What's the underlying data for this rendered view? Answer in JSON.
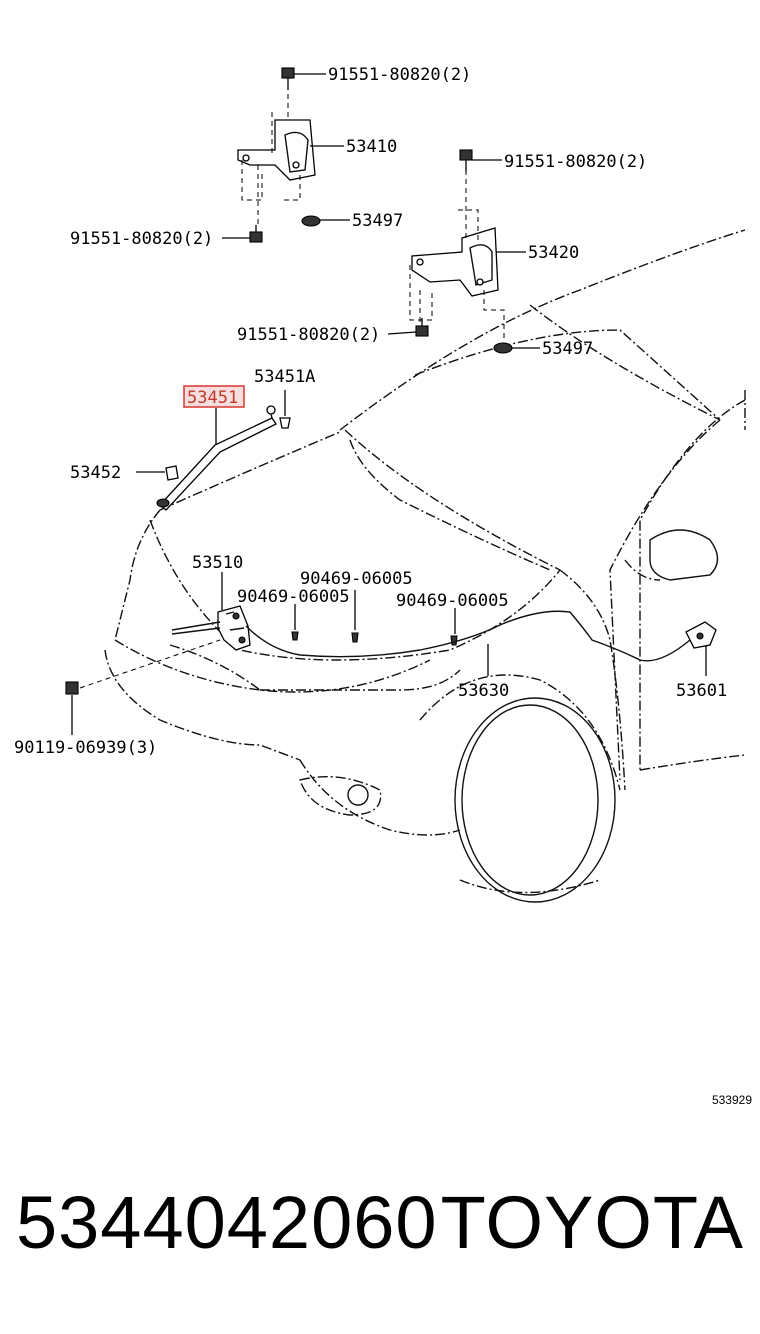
{
  "callouts": {
    "bolt_top_hinge_l": "91551-80820(2)",
    "hinge_l": "53410",
    "washer_l": "53497",
    "bolt_side_hinge_l": "91551-80820(2)",
    "bolt_top_hinge_r": "91551-80820(2)",
    "hinge_r": "53420",
    "bolt_side_hinge_r": "91551-80820(2)",
    "washer_r": "53497",
    "support_rod": "53451",
    "rod_clip": "53451A",
    "rod_holder": "53452",
    "latch": "53510",
    "clip_a": "90469-06005",
    "clip_b": "90469-06005",
    "clip_c": "90469-06005",
    "bolt_latch": "90119-06939(3)",
    "release_cable": "53630",
    "release_lever": "53601"
  },
  "figure_code": "533929",
  "part_number": "5344042060",
  "brand": "TOYOTA",
  "colors": {
    "highlight": "#c0392b"
  }
}
